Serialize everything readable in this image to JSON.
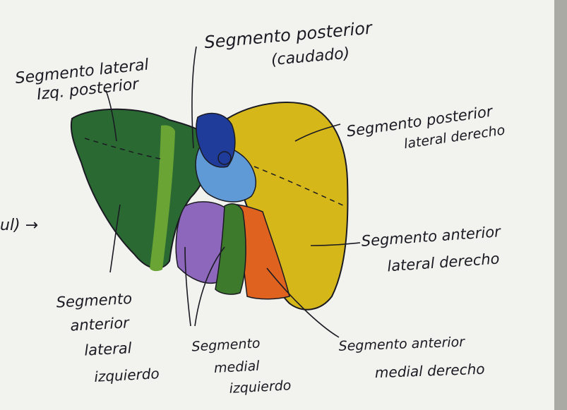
{
  "diagram": {
    "labels": {
      "lateral_post_izq": [
        "Segmento lateral",
        "Izq. posterior"
      ],
      "posterior_caudado": [
        "Segmento posterior",
        "(caudado)"
      ],
      "posterior_lat_der": [
        "Segmento posterior",
        "lateral derecho"
      ],
      "anterior_lat_der": [
        "Segmento anterior",
        "lateral derecho"
      ],
      "anterior_med_der": [
        "Segmento anterior",
        "medial derecho"
      ],
      "medial_izq": [
        "Segmento",
        "medial",
        "izquierdo"
      ],
      "anterior_lat_izq": [
        "Segmento",
        "anterior",
        "lateral",
        "izquierdo"
      ],
      "edge_text": "ul) →"
    },
    "colors": {
      "paper": "#f2f2ef",
      "dark_green": "#2a6a32",
      "light_green": "#6aa434",
      "mid_green": "#3d7a2b",
      "purple": "#8d67bb",
      "orange": "#e0621f",
      "yellow": "#d6b71a",
      "dark_blue": "#1f3c9a",
      "light_blue": "#5f9ad6",
      "ink": "#1a1a22"
    }
  }
}
